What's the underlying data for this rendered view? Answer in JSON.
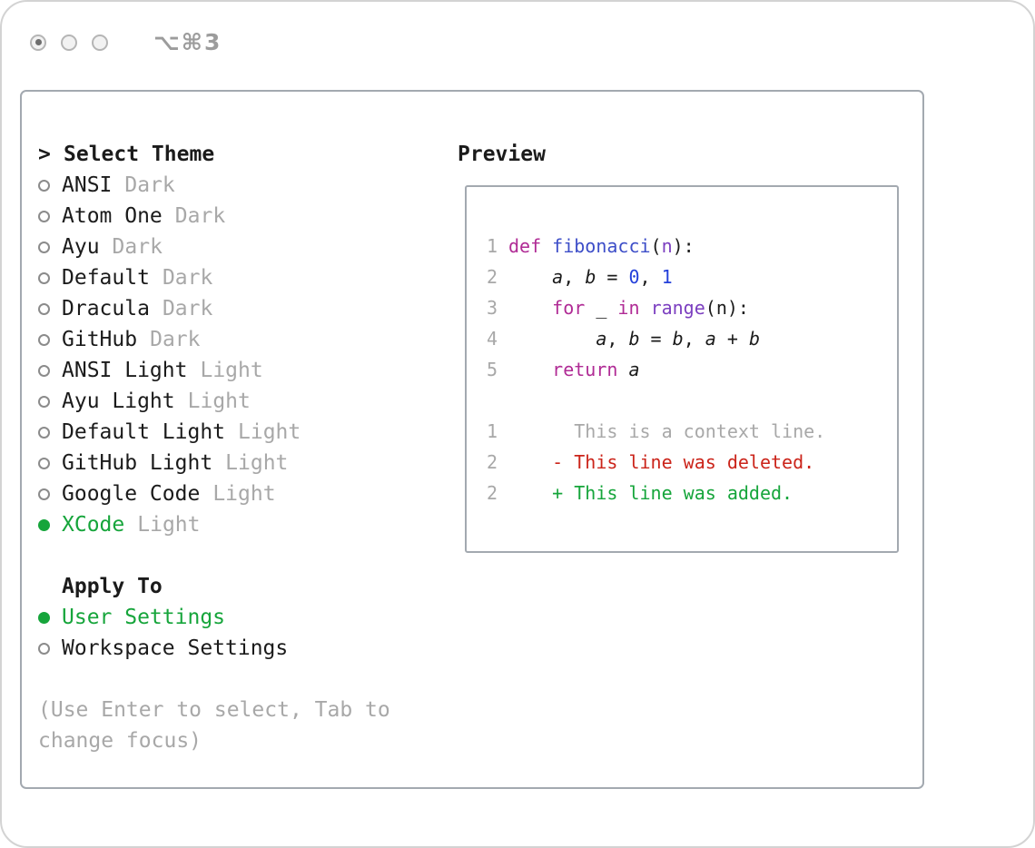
{
  "window": {
    "shortcut": "⌥⌘3"
  },
  "colors": {
    "accent_green": "#16a53b",
    "muted_gray": "#a8a8a8",
    "text": "#1b1b1b",
    "keyword": "#b02b95",
    "function_name": "#3d4ec8",
    "builtin": "#7c3fc0",
    "number": "#2440da",
    "deleted_red": "#cb241a",
    "added_green": "#16a53b",
    "context_gray": "#a8a8a8"
  },
  "theme_selector": {
    "cursor": ">",
    "title": "Select Theme",
    "items": [
      {
        "name": "ANSI",
        "variant": "Dark",
        "selected": false
      },
      {
        "name": "Atom One",
        "variant": "Dark",
        "selected": false
      },
      {
        "name": "Ayu",
        "variant": "Dark",
        "selected": false
      },
      {
        "name": "Default",
        "variant": "Dark",
        "selected": false
      },
      {
        "name": "Dracula",
        "variant": "Dark",
        "selected": false
      },
      {
        "name": "GitHub",
        "variant": "Dark",
        "selected": false
      },
      {
        "name": "ANSI Light",
        "variant": "Light",
        "selected": false
      },
      {
        "name": "Ayu Light",
        "variant": "Light",
        "selected": false
      },
      {
        "name": "Default Light",
        "variant": "Light",
        "selected": false
      },
      {
        "name": "GitHub Light",
        "variant": "Light",
        "selected": false
      },
      {
        "name": "Google Code",
        "variant": "Light",
        "selected": false
      },
      {
        "name": "XCode",
        "variant": "Light",
        "selected": true
      }
    ]
  },
  "apply_to": {
    "title": "Apply To",
    "options": [
      {
        "label": "User Settings",
        "selected": true
      },
      {
        "label": "Workspace Settings",
        "selected": false
      }
    ]
  },
  "hint": "(Use Enter to select, Tab to change focus)",
  "preview": {
    "title": "Preview",
    "code_lines": [
      {
        "num": "1",
        "tokens": [
          {
            "t": "def",
            "c": "kw"
          },
          {
            "t": " ",
            "c": "plain"
          },
          {
            "t": "fibonacci",
            "c": "fn"
          },
          {
            "t": "(",
            "c": "plain"
          },
          {
            "t": "n",
            "c": "param"
          },
          {
            "t": "):",
            "c": "plain"
          }
        ]
      },
      {
        "num": "2",
        "tokens": [
          {
            "t": "    ",
            "c": "plain"
          },
          {
            "t": "a",
            "c": "var"
          },
          {
            "t": ", ",
            "c": "plain"
          },
          {
            "t": "b",
            "c": "var"
          },
          {
            "t": " = ",
            "c": "plain"
          },
          {
            "t": "0",
            "c": "num"
          },
          {
            "t": ", ",
            "c": "plain"
          },
          {
            "t": "1",
            "c": "num"
          }
        ]
      },
      {
        "num": "3",
        "tokens": [
          {
            "t": "    ",
            "c": "plain"
          },
          {
            "t": "for",
            "c": "kw"
          },
          {
            "t": " _ ",
            "c": "plain"
          },
          {
            "t": "in",
            "c": "kw"
          },
          {
            "t": " ",
            "c": "plain"
          },
          {
            "t": "range",
            "c": "call"
          },
          {
            "t": "(n):",
            "c": "plain"
          }
        ]
      },
      {
        "num": "4",
        "tokens": [
          {
            "t": "        ",
            "c": "plain"
          },
          {
            "t": "a",
            "c": "var"
          },
          {
            "t": ", ",
            "c": "plain"
          },
          {
            "t": "b",
            "c": "var"
          },
          {
            "t": " = ",
            "c": "plain"
          },
          {
            "t": "b",
            "c": "var"
          },
          {
            "t": ", ",
            "c": "plain"
          },
          {
            "t": "a",
            "c": "var"
          },
          {
            "t": " + ",
            "c": "plain"
          },
          {
            "t": "b",
            "c": "var"
          }
        ]
      },
      {
        "num": "5",
        "tokens": [
          {
            "t": "    ",
            "c": "plain"
          },
          {
            "t": "return",
            "c": "kw"
          },
          {
            "t": " ",
            "c": "plain"
          },
          {
            "t": "a",
            "c": "var"
          }
        ]
      },
      {
        "num": "",
        "tokens": []
      },
      {
        "num": "1",
        "tokens": [
          {
            "t": "      This is a context line.",
            "c": "ctx"
          }
        ]
      },
      {
        "num": "2",
        "tokens": [
          {
            "t": "    ",
            "c": "plain"
          },
          {
            "t": "- This line was deleted.",
            "c": "del"
          }
        ]
      },
      {
        "num": "2",
        "tokens": [
          {
            "t": "    ",
            "c": "plain"
          },
          {
            "t": "+ This line was added.",
            "c": "add"
          }
        ]
      }
    ]
  }
}
